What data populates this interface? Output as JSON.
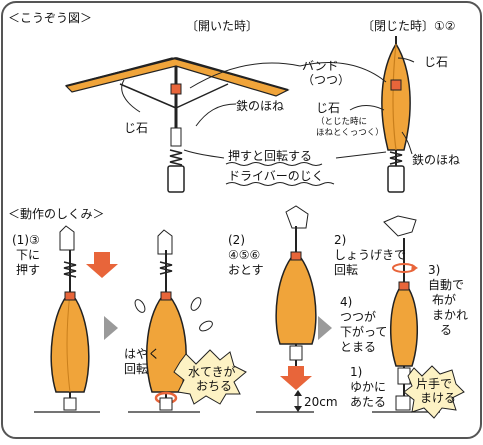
{
  "structure_heading": "＜こうぞう図＞",
  "open_label": "〔開いた時〕",
  "closed_label": "〔閉じた時〕①②",
  "band_label": "バンド",
  "band_sub": "（つつ）",
  "magnet_label": "じ石",
  "magnet_label_left": "じ石",
  "magnet_label_mid": "じ石",
  "magnet_note_1": "（とじた時に",
  "magnet_note_2": "ほねとくっつく）",
  "iron_rib_label": "鉄のほね",
  "iron_rib_label_right": "鉄のほね",
  "push_rotate": "押すと回転する",
  "driver_shaft": "ドライバーのじく",
  "mechanism_heading": "＜動作のしくみ＞",
  "step1": [
    "(1)③",
    "下に",
    "押す"
  ],
  "fast_spin": [
    "はやく",
    "回転"
  ],
  "water_splash": [
    "水てきが",
    "おちる"
  ],
  "step2": [
    "(2)",
    "④⑤⑥",
    "おとす"
  ],
  "impact_rotate": [
    "2)",
    "しょうげきで",
    "回転"
  ],
  "tube_down": [
    "4)",
    "つつが",
    "下がって",
    "とまる"
  ],
  "land_gently": [
    "1)",
    "ゆかに",
    "あたる"
  ],
  "auto_wrap": [
    "3)",
    "自動で",
    "布が",
    "まかれ",
    "る"
  ],
  "one_hand": [
    "片手で",
    "まける"
  ],
  "height_label": "20cm",
  "colors": {
    "canopy": "#f0a43a",
    "canopy_dark": "#c97f1c",
    "orange_accent": "#e8653a",
    "burst_fill": "#fdf2c4",
    "frame_border": "#555555"
  }
}
